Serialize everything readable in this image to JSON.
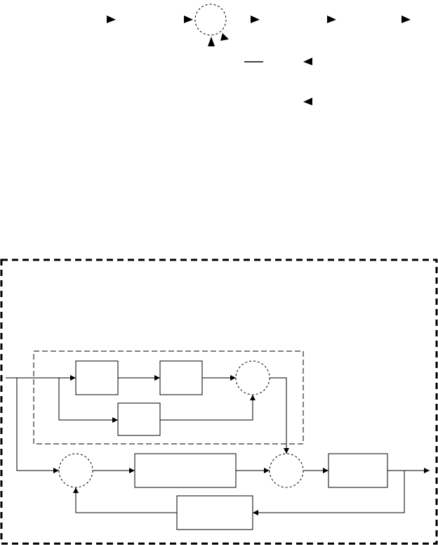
{
  "diagram": {
    "type": "block-diagram",
    "upper_section": {
      "nodes": [
        "summing-junction",
        "arrowheads-only"
      ],
      "labels": []
    },
    "lower_section": {
      "outer_border": "dashed",
      "inner_group_border": "dashed",
      "blocks": [
        "block-a",
        "block-b",
        "block-c",
        "forward-block",
        "output-block",
        "feedback-block"
      ],
      "summing_junctions": [
        "inner-sum",
        "left-sum",
        "right-sum"
      ],
      "labels": []
    },
    "colors": {
      "stroke": "#000000",
      "background": "#ffffff"
    }
  }
}
